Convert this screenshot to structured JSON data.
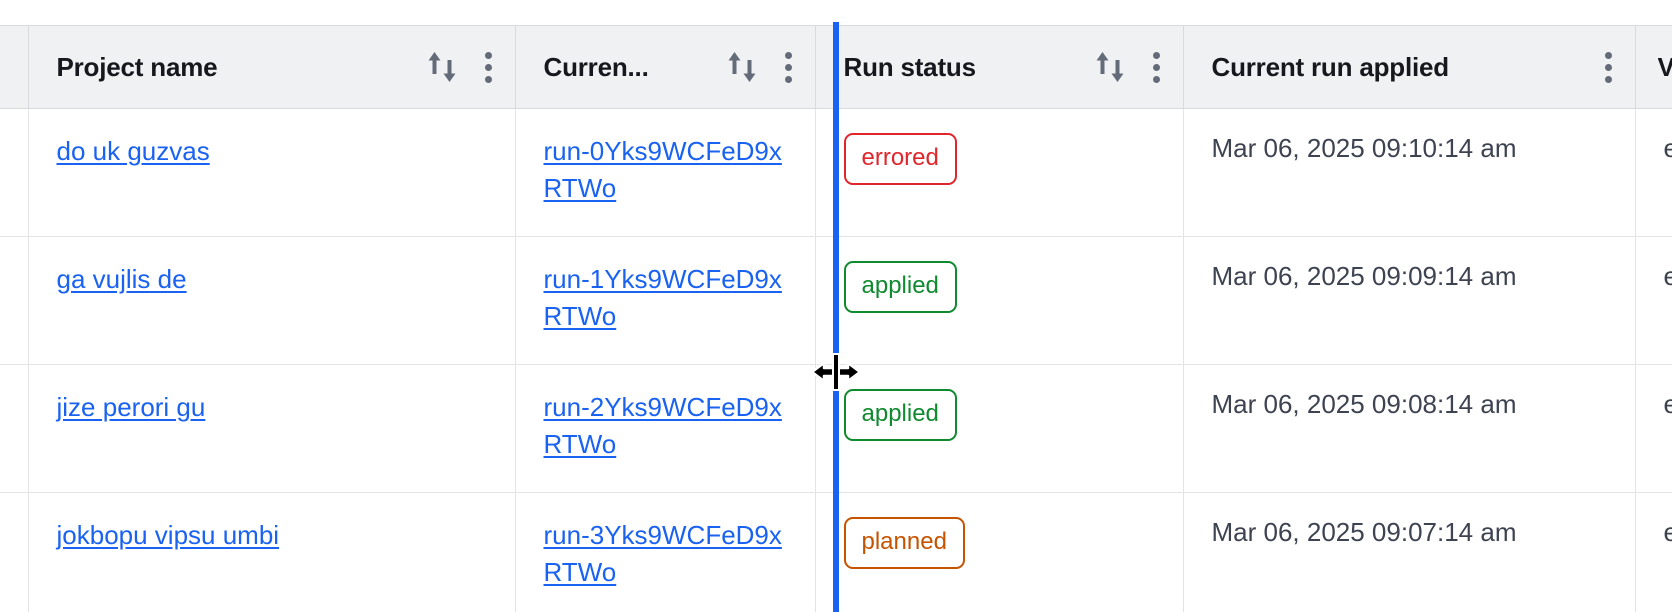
{
  "table": {
    "columns": [
      {
        "id": "select",
        "label": "",
        "has_sort": false,
        "has_menu": false
      },
      {
        "id": "project",
        "label": "Project name",
        "has_sort": true,
        "has_menu": true
      },
      {
        "id": "current_run",
        "label": "Curren...",
        "has_sort": true,
        "has_menu": true
      },
      {
        "id": "run_status",
        "label": "Run status",
        "has_sort": true,
        "has_menu": true
      },
      {
        "id": "run_applied",
        "label": "Current run applied",
        "has_sort": false,
        "has_menu": true
      },
      {
        "id": "next_col",
        "label": "V",
        "has_sort": false,
        "has_menu": false
      }
    ],
    "rows": [
      {
        "project": "do uk guzvas",
        "run_id": "run-0Yks9WCFeD9xRTWo",
        "status": "errored",
        "status_color": "#e0262c",
        "run_applied": "Mar 06, 2025 09:10:14 am",
        "next_col": "e"
      },
      {
        "project": "ga vujlis de",
        "run_id": "run-1Yks9WCFeD9xRTWo",
        "status": "applied",
        "status_color": "#0f8a2f",
        "run_applied": "Mar 06, 2025 09:09:14 am",
        "next_col": "e"
      },
      {
        "project": "jize perori gu",
        "run_id": "run-2Yks9WCFeD9xRTWo",
        "status": "applied",
        "status_color": "#0f8a2f",
        "run_applied": "Mar 06, 2025 09:08:14 am",
        "next_col": "e"
      },
      {
        "project": "jokbopu vipsu umbi",
        "run_id": "run-3Yks9WCFeD9xRTWo",
        "status": "planned",
        "status_color": "#c65300",
        "run_applied": "Mar 06, 2025 09:07:14 am",
        "next_col": "e"
      }
    ]
  },
  "interaction": {
    "resize_indicator_color": "#1a62f2",
    "cursor": "col-resize"
  },
  "theme": {
    "link_color": "#1a62f2",
    "header_background": "#f0f1f3",
    "border_color": "#d8dade"
  }
}
